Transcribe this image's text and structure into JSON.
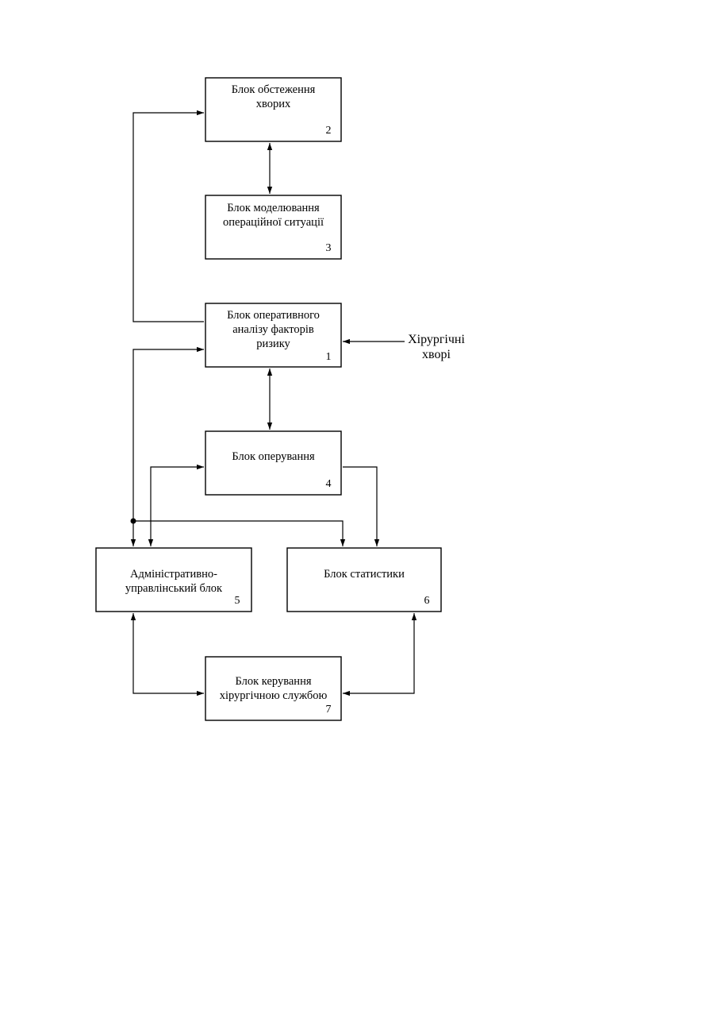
{
  "diagram": {
    "blocks": {
      "b2": {
        "line1": "Блок обстеження",
        "line2": "хворих",
        "number": "2"
      },
      "b3": {
        "line1": "Блок моделювання",
        "line2": "операційної ситуації",
        "number": "3"
      },
      "b1": {
        "line1": "Блок оперативного",
        "line2": "аналізу факторів",
        "line3": "ризику",
        "number": "1"
      },
      "b4": {
        "line1": "Блок оперування",
        "number": "4"
      },
      "b5": {
        "line1": "Адміністративно-",
        "line2": "управлінський блок",
        "number": "5"
      },
      "b6": {
        "line1": "Блок статистики",
        "number": "6"
      },
      "b7": {
        "line1": "Блок керування",
        "line2": "хірургічною службою",
        "number": "7"
      }
    },
    "external_input": {
      "line1": "Хірургічні",
      "line2": "хворі"
    }
  }
}
